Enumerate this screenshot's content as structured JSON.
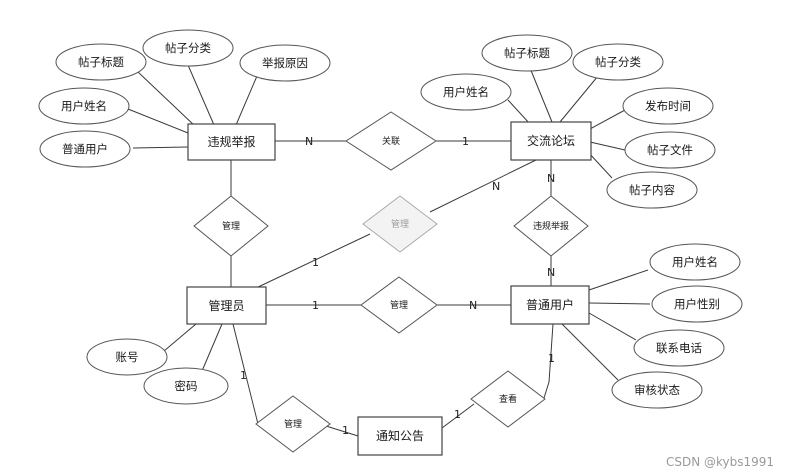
{
  "entities": {
    "violation": "违规举报",
    "forum": "交流论坛",
    "admin": "管理员",
    "user": "普通用户",
    "notice": "通知公告"
  },
  "attributes": {
    "violation": [
      "帖子标题",
      "帖子分类",
      "举报原因",
      "用户姓名",
      "普通用户"
    ],
    "forum": [
      "帖子标题",
      "帖子分类",
      "用户姓名",
      "发布时间",
      "帖子文件",
      "帖子内容"
    ],
    "admin": [
      "账号",
      "密码"
    ],
    "user": [
      "用户姓名",
      "用户性别",
      "联系电话",
      "审核状态"
    ]
  },
  "relationships": {
    "assoc": "关联",
    "manage_violation": "管理",
    "manage_forum": "管理",
    "manage_user": "管理",
    "manage_notice": "管理",
    "report": "违规举报",
    "view": "查看"
  },
  "cardinality": {
    "assoc_violation": "N",
    "assoc_forum": "1",
    "mf_forum": "N",
    "mf_admin": "1",
    "report_forum": "N",
    "report_user": "N",
    "mu_admin": "1",
    "mu_user": "N",
    "mn_admin": "1",
    "mn_notice": "1",
    "view_notice": "1",
    "view_user": "1"
  },
  "watermark": "CSDN @kybs1991"
}
